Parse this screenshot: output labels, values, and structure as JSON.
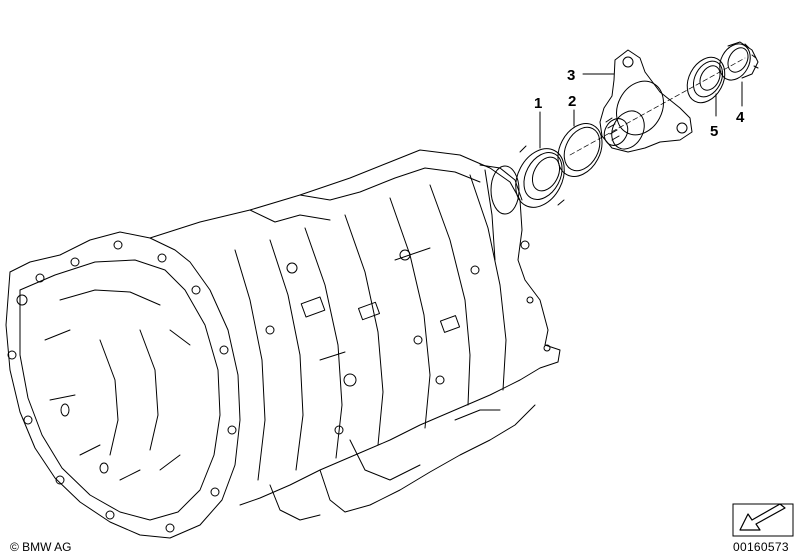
{
  "labels": {
    "part1": "1",
    "part2": "2",
    "part3": "3",
    "part4": "4",
    "part5": "5"
  },
  "footer": {
    "copyright": "© BMW AG",
    "drawing_number": "00160573"
  },
  "icons": {
    "orientation": "arrow-orientation-icon"
  }
}
